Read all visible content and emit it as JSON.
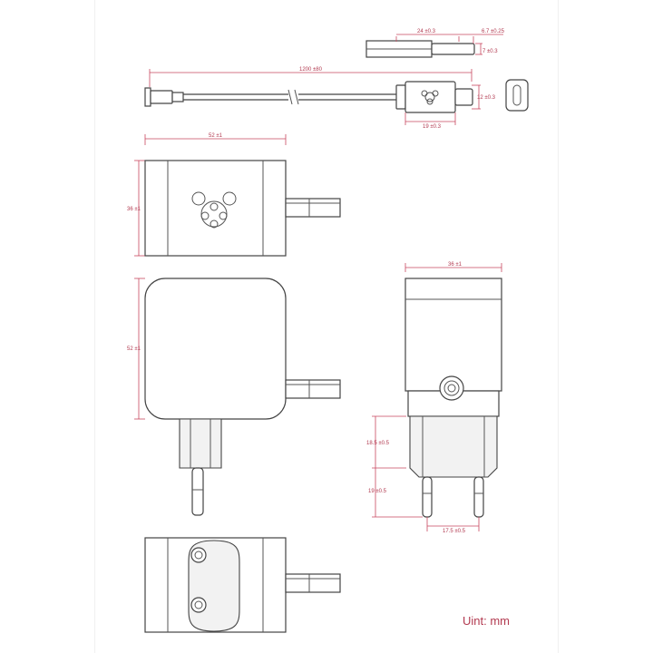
{
  "dimensions": {
    "usb_shell_length": "24 ±0.3",
    "usb_tip_length": "6.7 ±0.25",
    "usb_tip_height": "7 ±0.3",
    "cable_length": "1200 ±80",
    "plug_body_height": "12 ±0.3",
    "plug_body_length": "19 ±0.3",
    "top_width": "52 ±1",
    "top_height": "36 ±1",
    "front_height": "52 ±1",
    "side_width": "36 ±1",
    "prong_base": "18.5 ±0.5",
    "prong_length": "19 ±0.5",
    "prong_spacing": "17.5 ±0.5"
  },
  "unit_label": "Uint: mm",
  "colors": {
    "dimension": "#c8475f",
    "outline": "#444444"
  }
}
